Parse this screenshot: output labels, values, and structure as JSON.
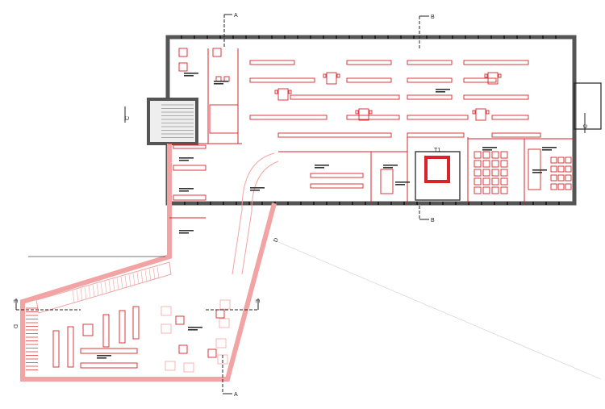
{
  "drawing": {
    "type": "floor-plan",
    "section_markers": {
      "a_top": "A",
      "a_bottom": "A",
      "b_top": "B",
      "b_bottom": "B",
      "c_left": "C",
      "c_right": "C",
      "d_left": "D",
      "d_mid": "D",
      "e_left": "E",
      "e_right": "E"
    },
    "stair_label": "T1",
    "colors": {
      "furniture": "#d8232a",
      "new_walls": "#f2a3a3",
      "existing_walls": "#555555",
      "lines": "#222222"
    }
  }
}
